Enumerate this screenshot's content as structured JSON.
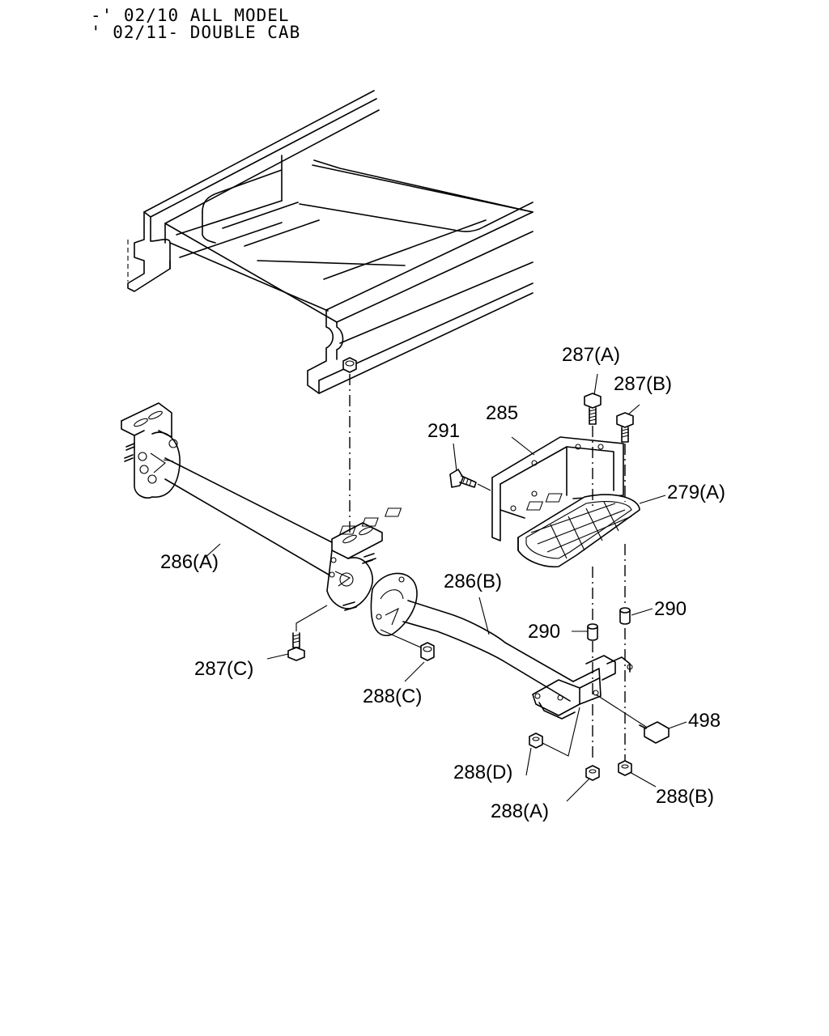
{
  "header": {
    "line1": "-' 02/10 ALL MODEL",
    "line2": "' 02/11- DOUBLE CAB"
  },
  "callouts": {
    "c287a": "287(A)",
    "c287b": "287(B)",
    "c285": "285",
    "c291": "291",
    "c279a": "279(A)",
    "c286a": "286(A)",
    "c286b": "286(B)",
    "c290_left": "290",
    "c290_right": "290",
    "c287c": "287(C)",
    "c288c": "288(C)",
    "c498": "498",
    "c288d": "288(D)",
    "c288a": "288(A)",
    "c288b": "288(B)"
  }
}
